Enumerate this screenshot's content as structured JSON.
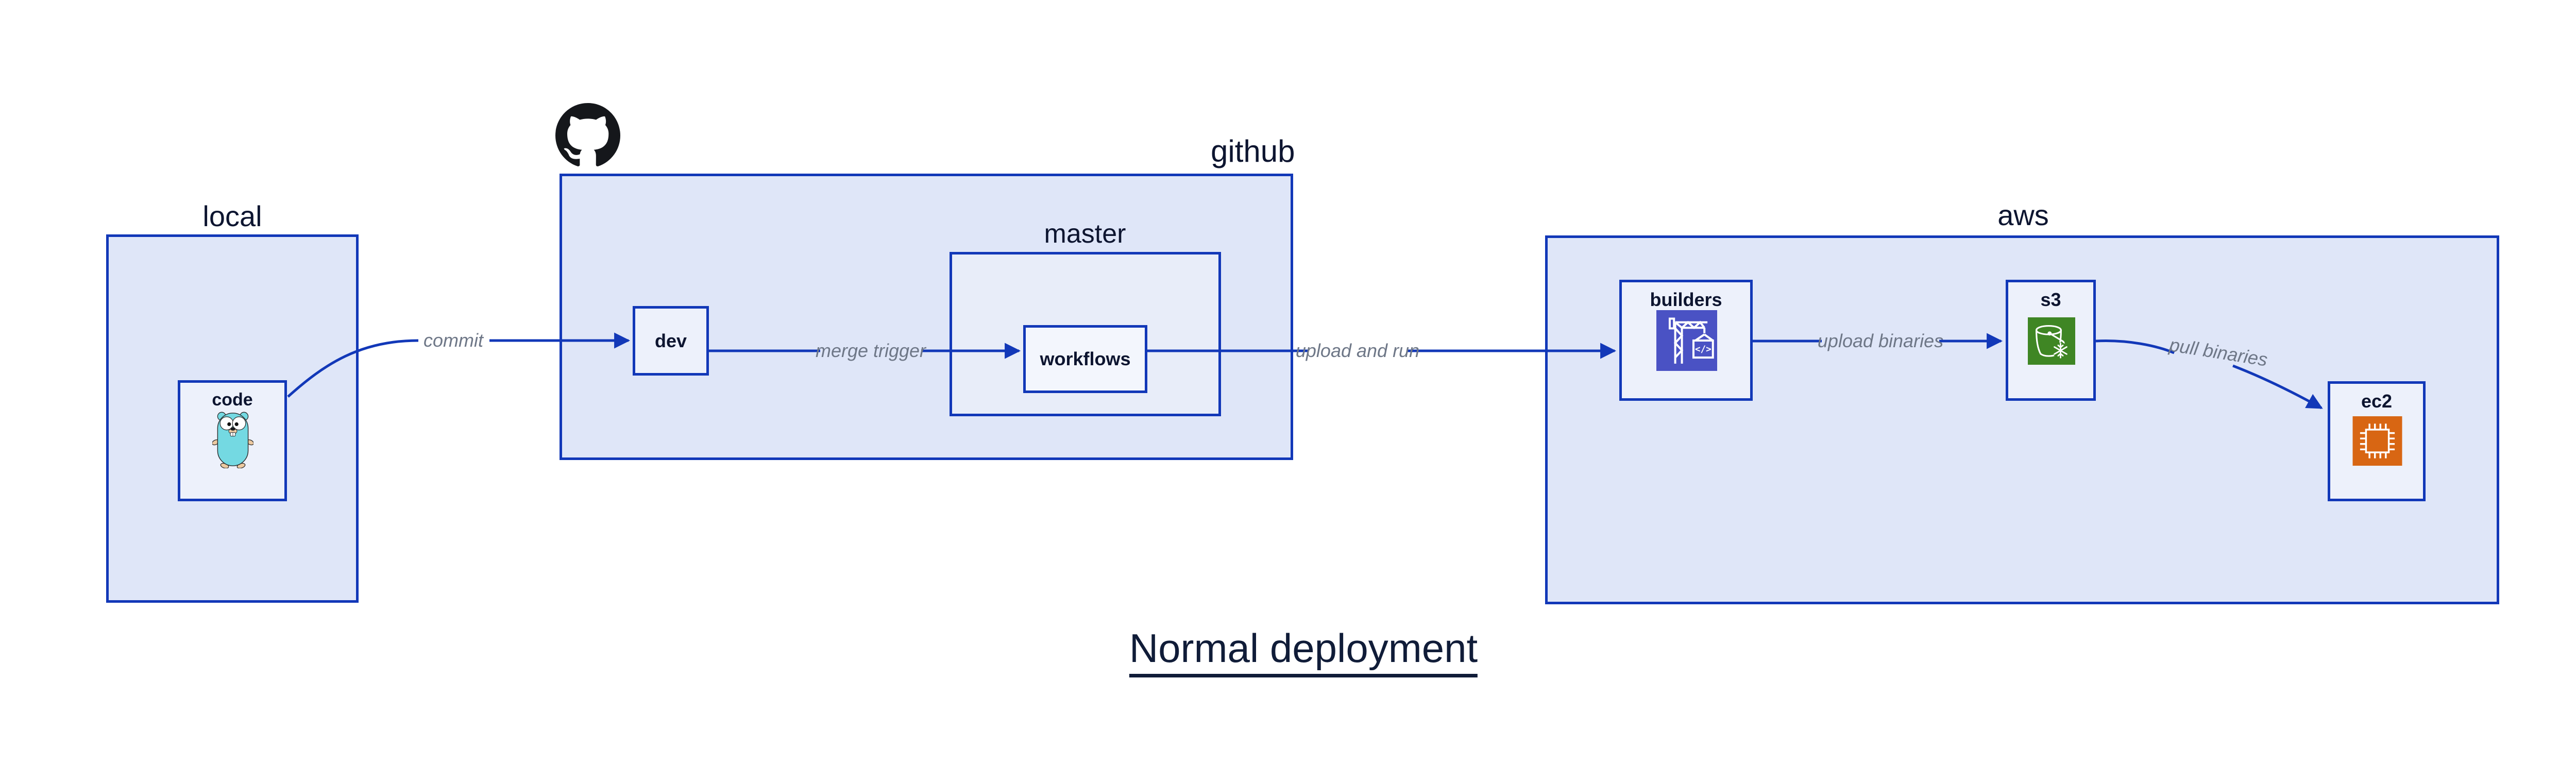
{
  "title": "Normal deployment",
  "groups": {
    "local": {
      "label": "local"
    },
    "github": {
      "label": "github"
    },
    "master": {
      "label": "master"
    },
    "aws": {
      "label": "aws"
    }
  },
  "nodes": {
    "code": {
      "label": "code"
    },
    "dev": {
      "label": "dev"
    },
    "workflows": {
      "label": "workflows"
    },
    "builders": {
      "label": "builders"
    },
    "s3": {
      "label": "s3"
    },
    "ec2": {
      "label": "ec2"
    }
  },
  "edges": {
    "commit": {
      "label": "commit"
    },
    "merge_trigger": {
      "label": "merge trigger"
    },
    "upload_and_run": {
      "label": "upload and run"
    },
    "upload_binaries": {
      "label": "upload binaries"
    },
    "pull_binaries": {
      "label": "pull binaries"
    }
  },
  "icons": {
    "go_gopher": "go-gopher-mascot",
    "github_octocat": "github-octocat-logo",
    "codebuild": "aws-codebuild-crane",
    "s3_bucket": "aws-s3-glacier-bucket",
    "ec2_chip": "aws-ec2-processor-chip"
  },
  "colors": {
    "border_blue": "#1238b8",
    "arrow_blue": "#1238b8",
    "group_fill": "#dfe6f8",
    "nested_group_fill": "#e8edf9",
    "node_fill": "#edf1fb",
    "text_navy": "#0d1530",
    "edge_label_gray": "#6e7787",
    "codebuild_indigo": "#4a52c4",
    "s3_green": "#3f8624",
    "ec2_orange": "#d86613",
    "gopher_teal": "#74d9e2",
    "github_black": "#15171b"
  }
}
